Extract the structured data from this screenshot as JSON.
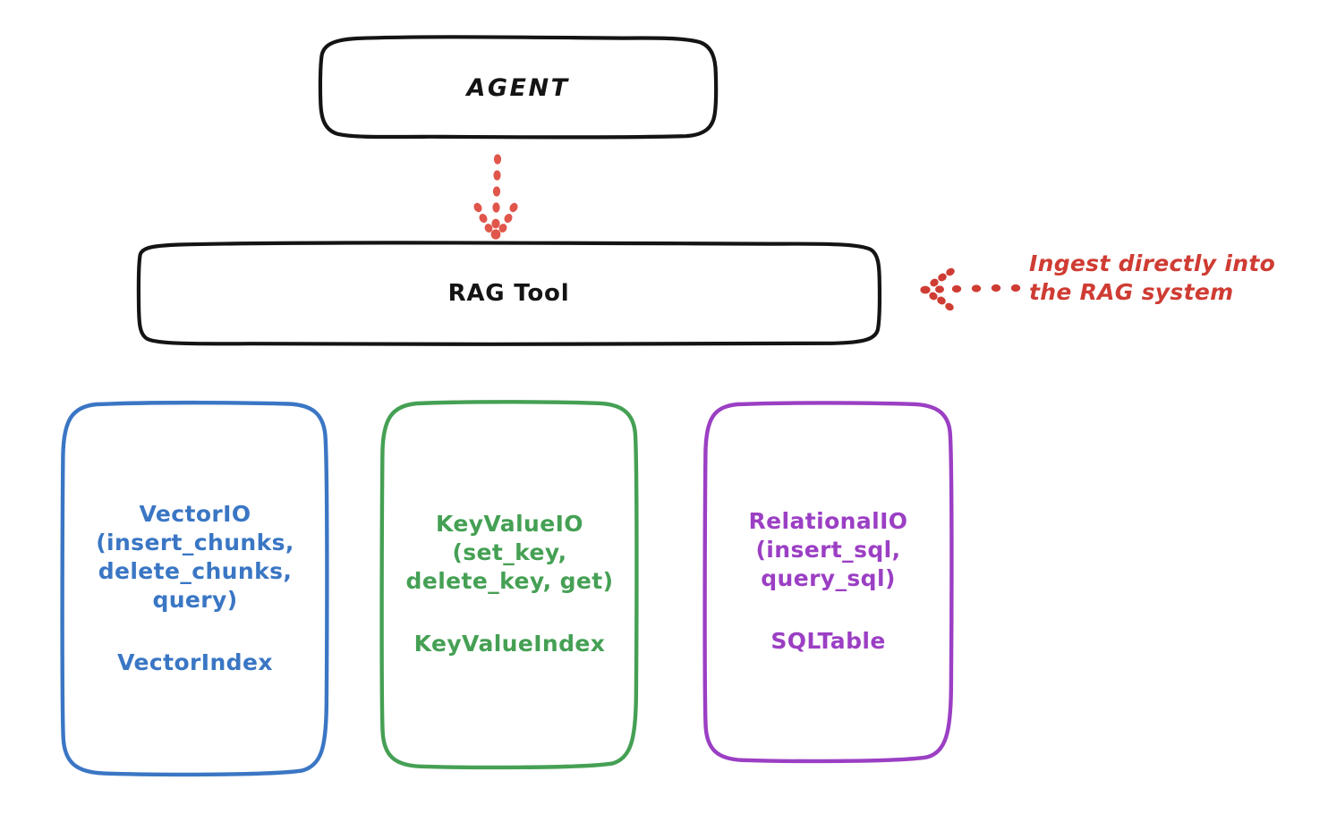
{
  "diagram": {
    "title_node": {
      "label": "AGENT",
      "color": "#141414"
    },
    "tool_node": {
      "label": "RAG Tool",
      "color": "#141414"
    },
    "annotation": {
      "text": "Ingest directly into\nthe RAG system",
      "color": "#cf3c33",
      "arrow": "dotted-arrow-left-icon"
    },
    "connector": {
      "name": "dotted-arrow-down-icon",
      "color": "#e0564b",
      "from": "AGENT",
      "to": "RAG Tool"
    },
    "cards": [
      {
        "id": "vector",
        "primary": "VectorIO\n(insert_chunks,\ndelete_chunks,\nquery)",
        "secondary": "VectorIndex",
        "color": "#3a76c4"
      },
      {
        "id": "keyvalue",
        "primary": "KeyValueIO\n(set_key,\ndelete_key, get)",
        "secondary": "KeyValueIndex",
        "color": "#45a054"
      },
      {
        "id": "relational",
        "primary": "RelationalIO\n(insert_sql,\nquery_sql)",
        "secondary": "SQLTable",
        "color": "#9b3fc4"
      }
    ]
  }
}
